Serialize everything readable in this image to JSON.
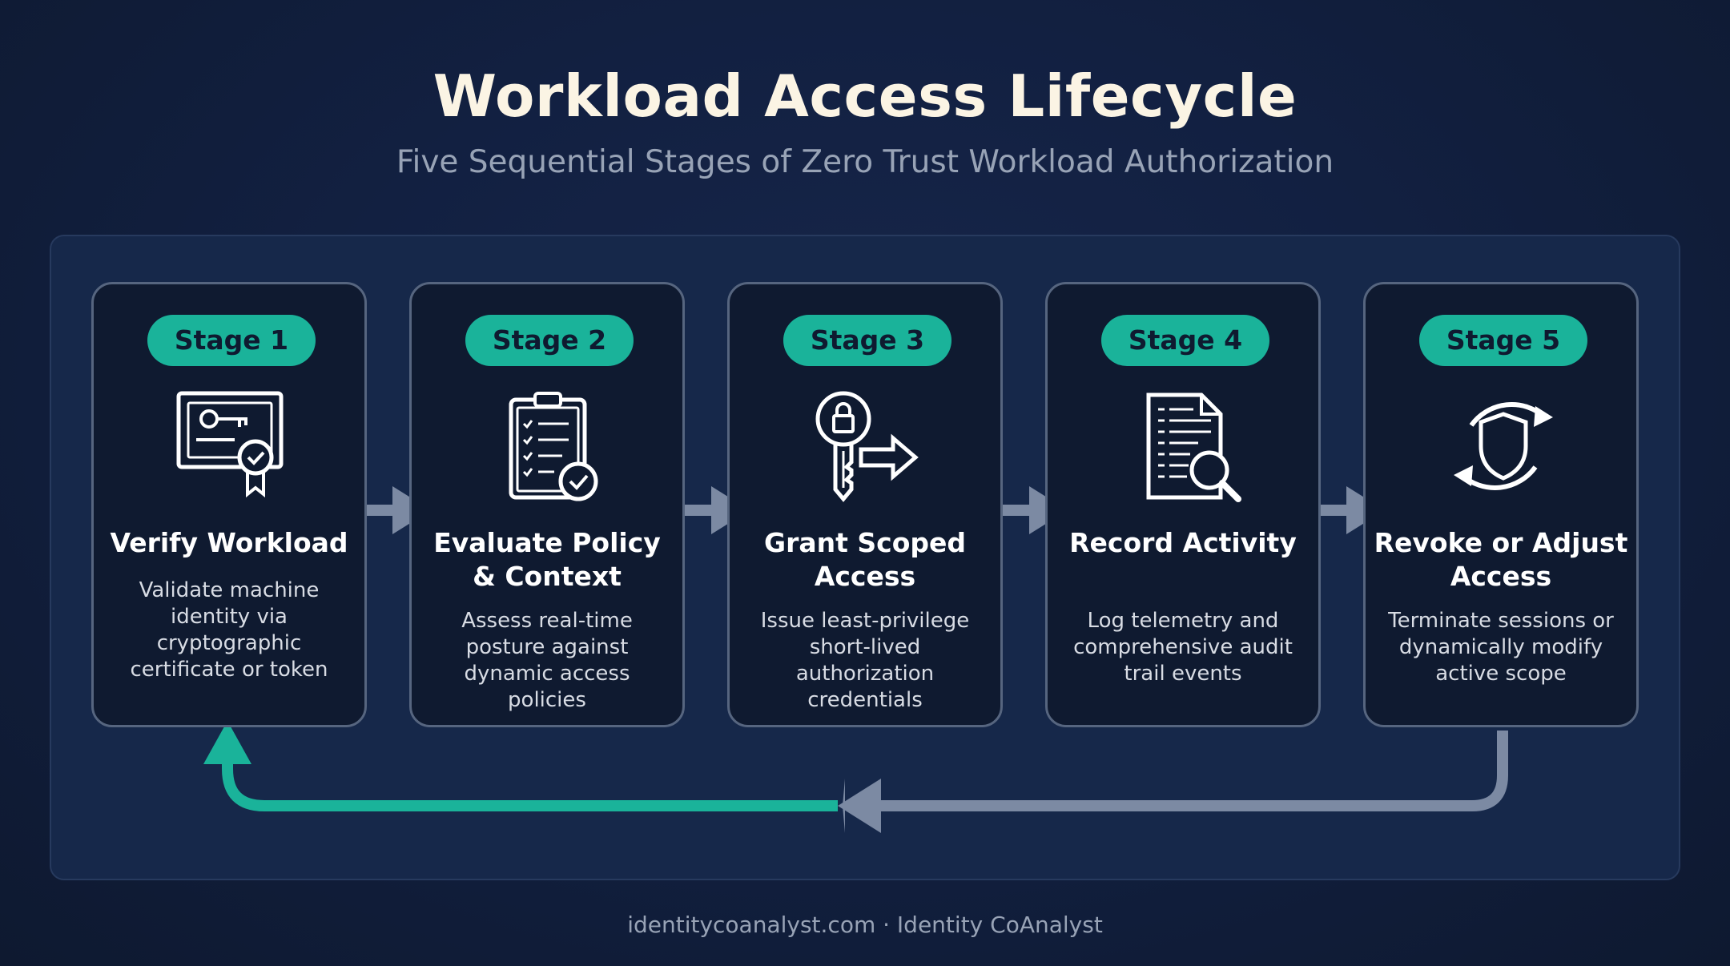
{
  "header": {
    "title": "Workload Access Lifecycle",
    "subtitle": "Five Sequential Stages of Zero Trust Workload Authorization"
  },
  "stages": [
    {
      "badge": "Stage 1",
      "title": "Verify Workload",
      "description": "Validate machine identity via cryptographic certificate or token",
      "icon": "certificate-icon"
    },
    {
      "badge": "Stage 2",
      "title": "Evaluate Policy & Context",
      "description": "Assess real-time posture against dynamic access policies",
      "icon": "checklist-clipboard-icon"
    },
    {
      "badge": "Stage 3",
      "title": "Grant Scoped Access",
      "description": "Issue least-privilege short-lived authorization credentials",
      "icon": "key-lock-arrow-icon"
    },
    {
      "badge": "Stage 4",
      "title": "Record Activity",
      "description": "Log telemetry and comprehensive audit trail events",
      "icon": "document-search-icon"
    },
    {
      "badge": "Stage 5",
      "title": "Revoke or Adjust Access",
      "description": "Terminate sessions or dynamically modify active scope",
      "icon": "shield-refresh-icon"
    }
  ],
  "colors": {
    "accent": "#1ab39a",
    "background": "#111d33",
    "card_border": "#56657f",
    "arrow": "#7c8aa3"
  },
  "footer": {
    "text": "identitycoanalyst.com · Identity CoAnalyst"
  }
}
